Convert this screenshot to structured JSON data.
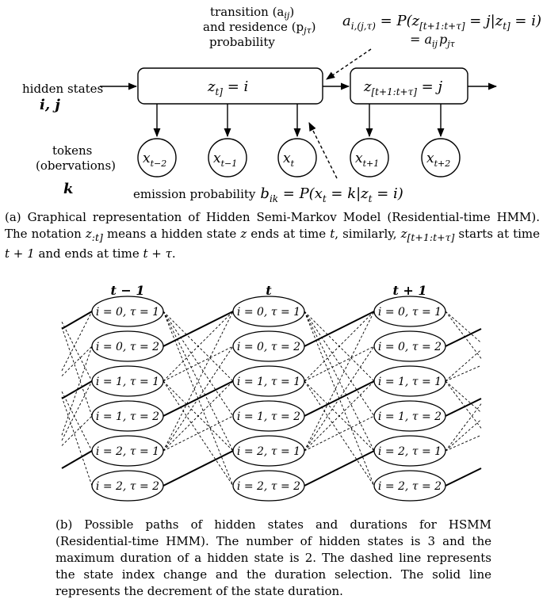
{
  "diagram_a": {
    "hidden_states_label": "hidden states",
    "hidden_states_vars": "i, j",
    "tokens_label": "tokens",
    "observations_label": "(obervations)",
    "tokens_var": "k",
    "transition_label_line1": "transition (a",
    "transition_label_sub1": "ij",
    "transition_label_line2": "and residence (p",
    "transition_label_sub2": "jτ",
    "transition_label_line3": "probability",
    "state_current": "z",
    "state_current_sub": "t]",
    "state_current_eq": " = i",
    "state_next": "z",
    "state_next_sub": "[t+1:t+τ]",
    "state_next_eq": " = j",
    "formula_a_lhs": "a",
    "formula_a_lhs_sub": "i,(j,τ)",
    "formula_a_rhs": " = P(z",
    "formula_a_rhs_sub1": "[t+1:t+τ]",
    "formula_a_rhs_mid": " = j|z",
    "formula_a_rhs_sub2": "t]",
    "formula_a_rhs_end": " = i)",
    "formula_a_line2": "= a",
    "formula_a_line2_sub1": "ij",
    "formula_a_line2_mid": "p",
    "formula_a_line2_sub2": "jτ",
    "emission_label": "emission probability",
    "emission_b": "b",
    "emission_b_sub": "ik",
    "emission_rhs": " = P(x",
    "emission_sub1": "t",
    "emission_mid": " = k|z",
    "emission_sub2": "t",
    "emission_end": " = i)",
    "tokens": [
      {
        "base": "x",
        "sub": "t−2"
      },
      {
        "base": "x",
        "sub": "t−1"
      },
      {
        "base": "x",
        "sub": "t"
      },
      {
        "base": "x",
        "sub": "t+1"
      },
      {
        "base": "x",
        "sub": "t+2"
      }
    ]
  },
  "caption_a": {
    "part1": "(a) Graphical representation of Hidden Semi-Markov Model (Residential-time HMM). The notation ",
    "z1": "z",
    "z1_sub": ":t]",
    "part2": " means a hidden state ",
    "z2": "z",
    "part3": " ends at time ",
    "t1": "t",
    "part4": ", similarly, ",
    "z3": "z",
    "z3_sub": "[t+1:t+τ]",
    "part5": " starts at time ",
    "t2": "t + 1",
    "part6": " and ends at time ",
    "t3": "t + τ",
    "part7": "."
  },
  "diagram_b": {
    "columns": [
      "t − 1",
      "t",
      "t + 1"
    ],
    "nodes": [
      "i = 0, τ = 1",
      "i = 0, τ = 2",
      "i = 1, τ = 1",
      "i = 1, τ = 2",
      "i = 2, τ = 1",
      "i = 2, τ = 2"
    ]
  },
  "caption_b": "(b) Possible paths of hidden states and durations for HSMM (Residential-time HMM). The number of hidden states is 3 and the maximum duration of a hidden state is 2. The dashed line represents the state index change and the duration selection. The solid line represents the decrement of the state duration."
}
